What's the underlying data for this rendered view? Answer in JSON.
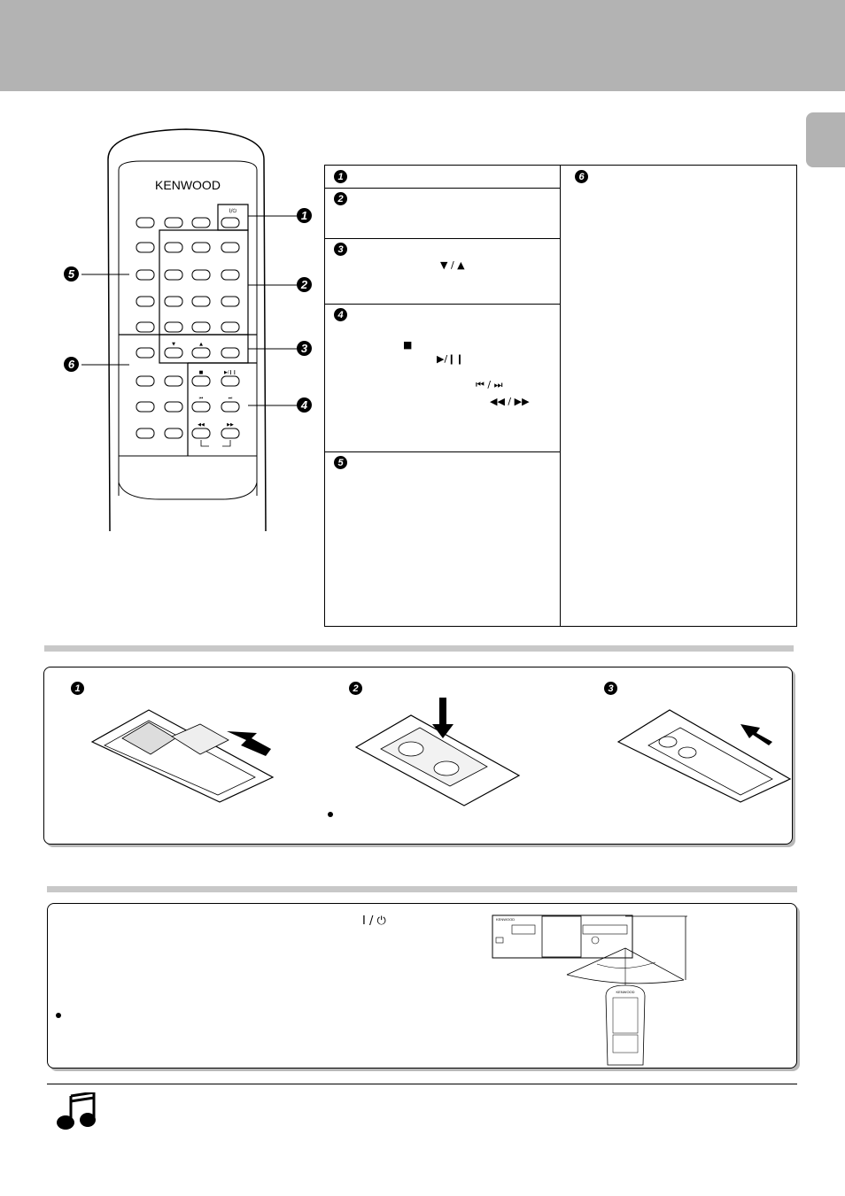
{
  "remote": {
    "brand": "KENWOOD",
    "power_label": "I/⏻",
    "down_label": "▼",
    "up_label": "▲",
    "stop_label": "■",
    "play_pause_label": "▶/❙❙",
    "prev_label": "⏮",
    "next_label": "⏭",
    "rew_label": "◀◀",
    "ff_label": "▶▶"
  },
  "callouts": [
    "1",
    "2",
    "3",
    "4",
    "5",
    "6"
  ],
  "function_table": {
    "row1_number": "1",
    "row2_number": "2",
    "row3_number": "3",
    "row3_symbols": "▼ / ▲",
    "row4_number": "4",
    "row4_stop": "■",
    "row4_play_pause": "▶/❙❙",
    "row4_skip": "⏮ / ⏭",
    "row4_search": "◀◀ / ▶▶",
    "row5_number": "5",
    "col2_number": "6"
  },
  "battery_panel": {
    "step1": "1",
    "step2": "2",
    "step3": "3"
  },
  "operation_panel": {
    "power_symbol": "I / ⏻",
    "unit_brand": "KENWOOD"
  }
}
